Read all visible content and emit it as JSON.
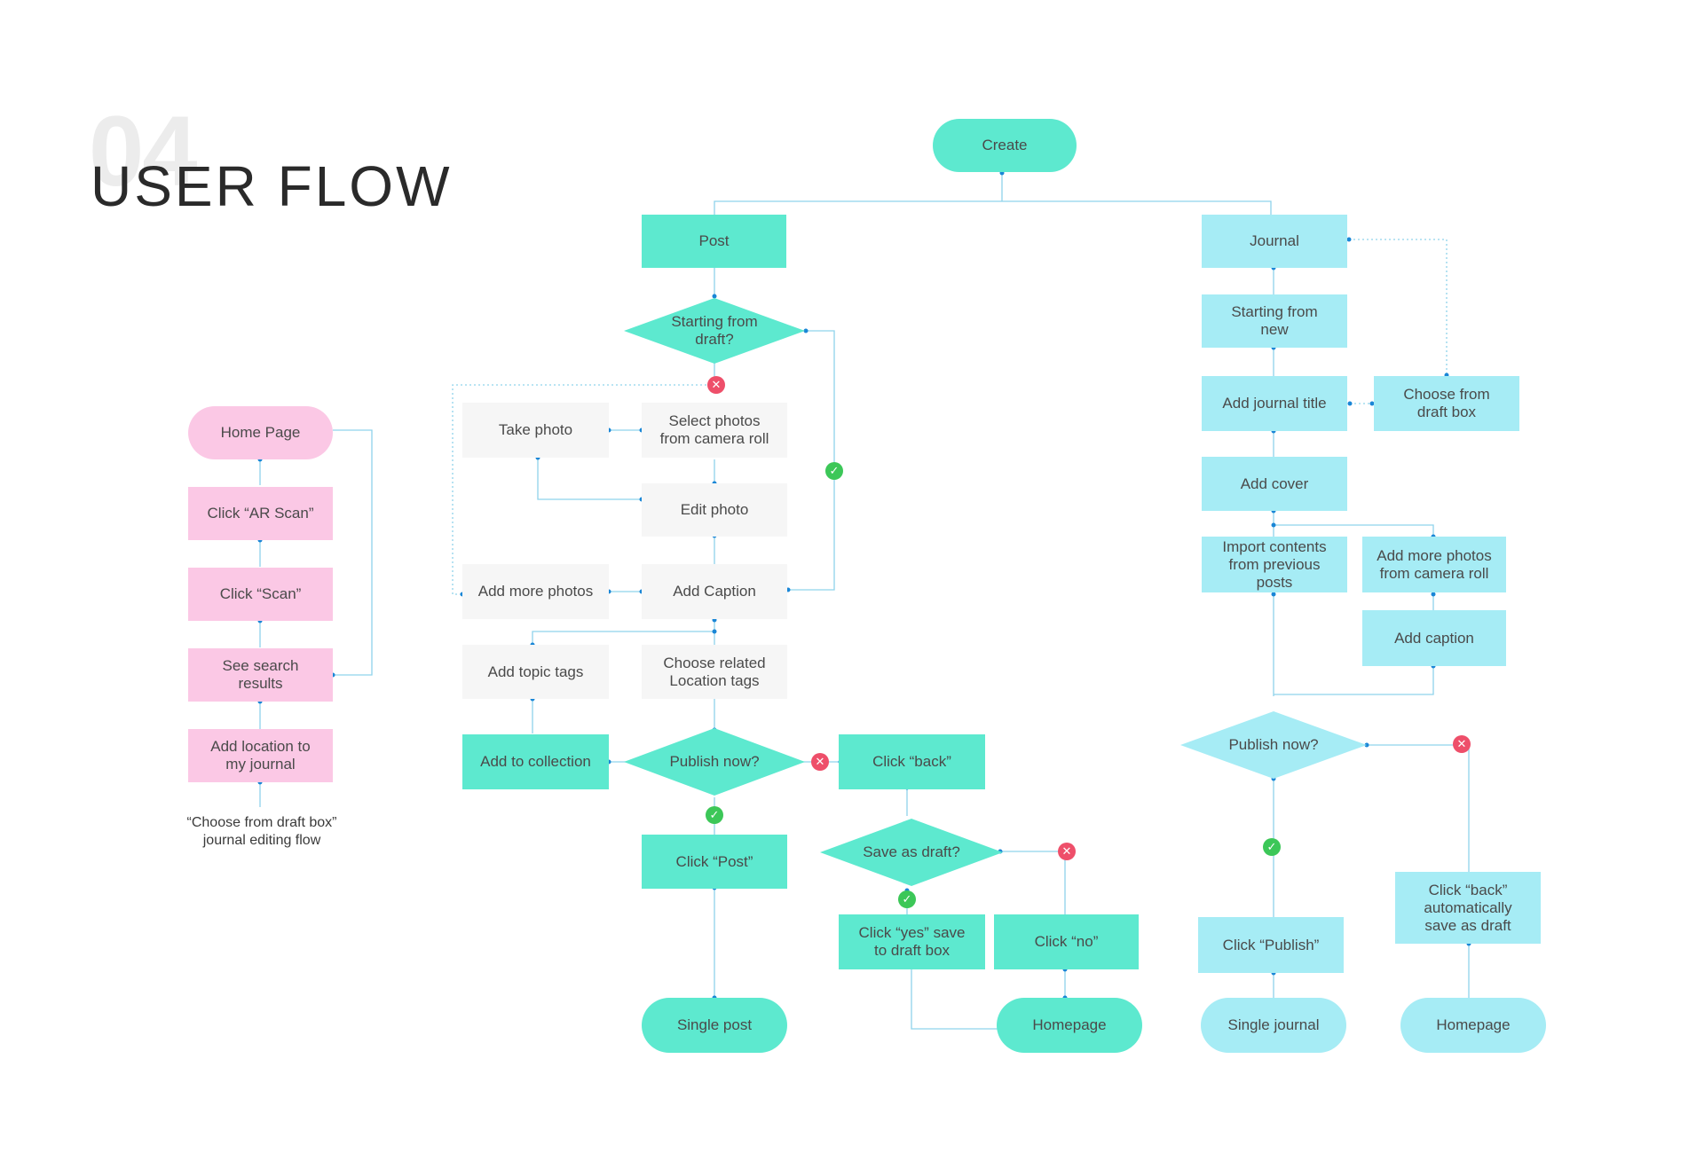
{
  "header": {
    "number": "04",
    "title": "USER FLOW"
  },
  "colors": {
    "teal": "#5de9cf",
    "cyan": "#a6ecf5",
    "pink": "#fbc8e5",
    "gray": "#f6f6f6",
    "line": "#8fd3ec",
    "dot": "#1a86d6",
    "yes": "#3cc758",
    "no": "#ee4f6a"
  },
  "icons": {
    "yes": "check-icon",
    "no": "close-icon"
  },
  "ar_flow": {
    "home_page": "Home Page",
    "click_ar_scan": "Click “AR Scan”",
    "click_scan": "Click “Scan”",
    "see_search_results": "See search\nresults",
    "add_location": "Add location to\nmy journal",
    "footnote": "“Choose from draft box”\njournal editing  flow"
  },
  "create": "Create",
  "post_flow": {
    "post": "Post",
    "starting_from_draft": "Starting from\ndraft?",
    "take_photo": "Take photo",
    "select_photos": "Select photos\nfrom camera roll",
    "edit_photo": "Edit photo",
    "add_more_photos": "Add more photos",
    "add_caption": "Add Caption",
    "add_topic_tags": "Add topic tags",
    "choose_location_tags": "Choose related\nLocation tags",
    "add_to_collection": "Add to collection",
    "publish_now": "Publish now?",
    "click_back": "Click “back”",
    "click_post": "Click “Post”",
    "save_as_draft": "Save as draft?",
    "click_yes": "Click “yes” save\nto draft box",
    "click_no": "Click “no”",
    "single_post": "Single post",
    "homepage": "Homepage"
  },
  "journal_flow": {
    "journal": "Journal",
    "starting_from_new": "Starting from\nnew",
    "add_journal_title": "Add journal title",
    "choose_from_draft_box": "Choose from\ndraft box",
    "add_cover": "Add cover",
    "import_contents": "Import contents\nfrom previous posts",
    "add_more_photos": "Add more photos\nfrom camera roll",
    "add_caption": "Add caption",
    "publish_now": "Publish now?",
    "click_publish": "Click “Publish”",
    "click_back_auto": "Click “back”\nautomatically\nsave as draft",
    "single_journal": "Single journal",
    "homepage": "Homepage"
  }
}
